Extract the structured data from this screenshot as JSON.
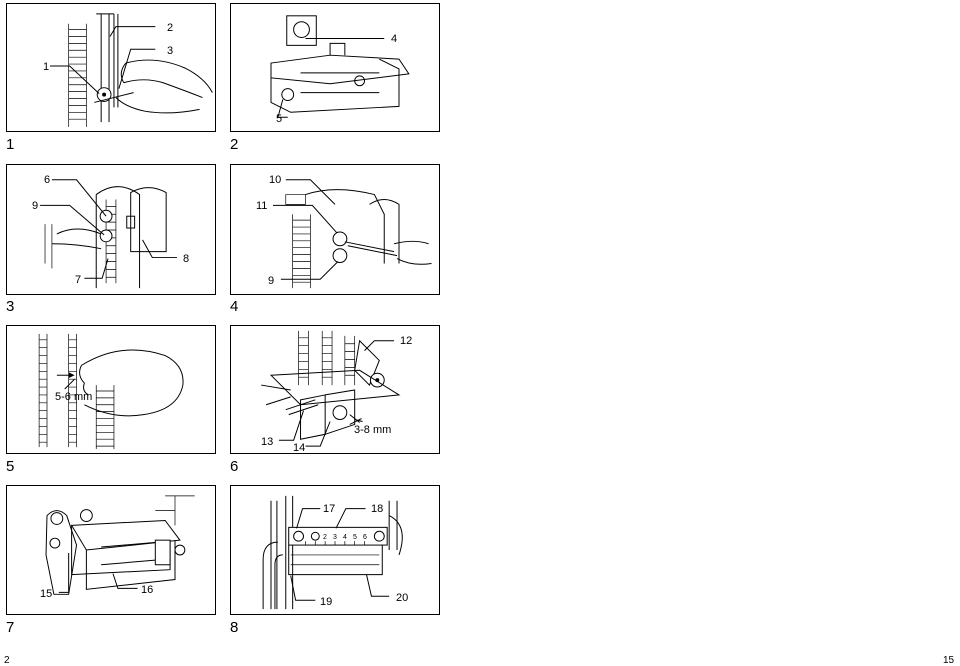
{
  "figures": [
    {
      "number": "1",
      "callouts": [
        "1",
        "2",
        "3"
      ]
    },
    {
      "number": "2",
      "callouts": [
        "4",
        "5"
      ]
    },
    {
      "number": "3",
      "callouts": [
        "6",
        "9",
        "7",
        "8"
      ]
    },
    {
      "number": "4",
      "callouts": [
        "10",
        "11",
        "9"
      ]
    },
    {
      "number": "5",
      "callouts": [
        "5-6 mm"
      ]
    },
    {
      "number": "6",
      "callouts": [
        "12",
        "3-8 mm",
        "13",
        "14"
      ]
    },
    {
      "number": "7",
      "callouts": [
        "15",
        "16"
      ]
    },
    {
      "number": "8",
      "callouts": [
        "17",
        "18",
        "19",
        "20"
      ]
    }
  ],
  "scale_digits": [
    "2",
    "3",
    "4",
    "5",
    "6"
  ],
  "page_numbers": {
    "left": "2",
    "right": "15"
  }
}
